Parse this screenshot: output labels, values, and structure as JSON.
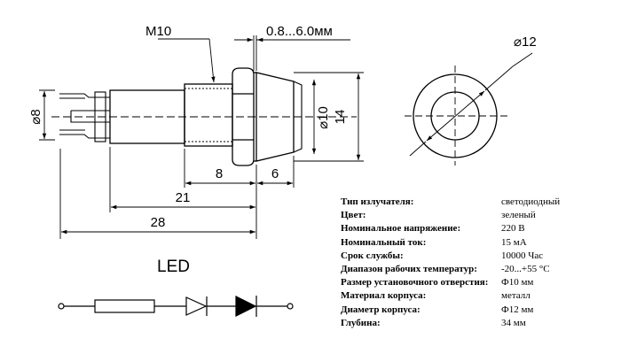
{
  "drawing": {
    "thread_label": "M10",
    "panel_thickness_label": "0.8...6.0мм",
    "diameter_8": "⌀8",
    "diameter_10": "⌀10",
    "height_14": "14",
    "diameter_12": "⌀12",
    "dim_8": "8",
    "dim_6": "6",
    "dim_21": "21",
    "dim_28": "28",
    "led_title": "LED"
  },
  "specs": [
    {
      "key": "Тип излучателя:",
      "value": "светодиодный"
    },
    {
      "key": "Цвет:",
      "value": "зеленый"
    },
    {
      "key": "Номинальное напряжение:",
      "value": "220 В"
    },
    {
      "key": "Номинальный ток:",
      "value": "15 мА"
    },
    {
      "key": "Срок службы:",
      "value": "10000 Час"
    },
    {
      "key": "Диапазон рабочих температур:",
      "value": "-20...+55 °C"
    },
    {
      "key": "Размер установочного отверстия:",
      "value": "Ф10 мм"
    },
    {
      "key": "Материал корпуса:",
      "value": "металл"
    },
    {
      "key": "Диаметр корпуса:",
      "value": "Ф12 мм"
    },
    {
      "key": "Глубина:",
      "value": "34 мм"
    }
  ]
}
